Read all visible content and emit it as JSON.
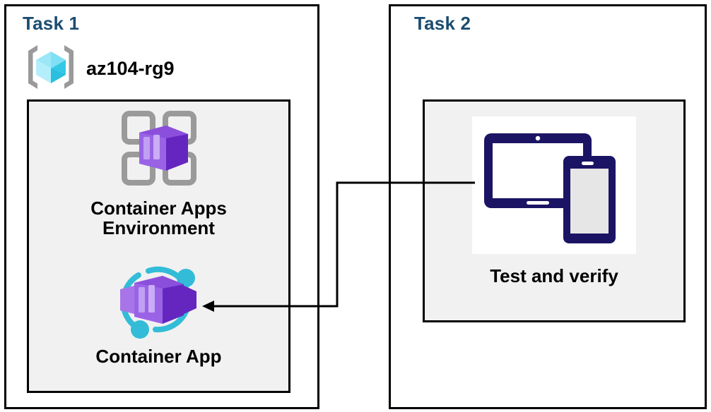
{
  "diagram": {
    "title": "Azure Container Apps lab diagram",
    "background": "#ffffff",
    "accent_task_color": "#1b4d72",
    "box_border_color": "#000000",
    "group_fill_color": "#f1f1f1",
    "connector_color": "#000000"
  },
  "task1": {
    "title": "Task 1",
    "resource_group": {
      "label": "az104-rg9",
      "icon": "resource-group-icon",
      "icon_colors": {
        "bracket": "#9a9a9a",
        "cube_light": "#9ce7f7",
        "cube_mid": "#50d9f0",
        "cube_dark": "#2bb8d8"
      }
    },
    "items": [
      {
        "caption": "Container Apps\nEnvironment",
        "icon": "container-apps-environment-icon",
        "icon_colors": {
          "grid": "#9a9a9a",
          "box_light": "#a775e8",
          "box_mid": "#8b4fdc",
          "box_dark": "#6526c0"
        }
      },
      {
        "caption": "Container App",
        "icon": "container-app-icon",
        "icon_colors": {
          "ring": "#32bcd8",
          "box_light": "#a775e8",
          "box_mid": "#8b4fdc",
          "box_dark": "#6526c0"
        }
      }
    ]
  },
  "task2": {
    "title": "Task 2",
    "items": [
      {
        "caption": "Test and verify",
        "icon": "devices-test-verify-icon",
        "icon_colors": {
          "device_outline": "#1b1464",
          "screen_fill": "#ffffff",
          "phone_screen_fill": "#e6e6e6"
        }
      }
    ]
  },
  "connector": {
    "name": "test-to-container-app-arrow",
    "from": "Test and verify",
    "to": "Container App",
    "direction": "left",
    "arrowhead": "filled-triangle"
  }
}
